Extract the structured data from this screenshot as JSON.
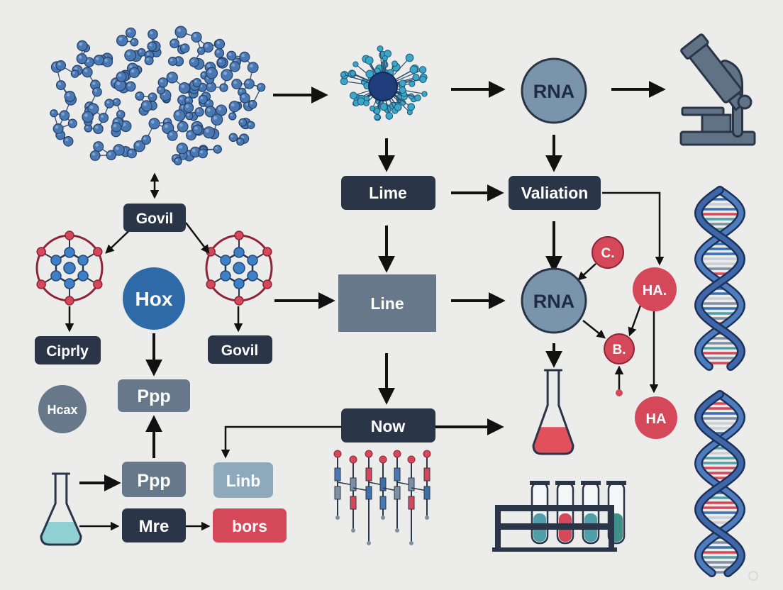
{
  "colors": {
    "background": "#ecedeb",
    "navy_box": "#2b3548",
    "slate_box": "#66788a",
    "light_blue_box": "#8ea9bc",
    "red_accent": "#d4485a",
    "royal_blue": "#2e6aa8",
    "bead_blue": "#4a78b3",
    "bead_cyan": "#3ba6c8",
    "bead_red": "#c2304a",
    "rna_circle": "#7a95ab",
    "liquid_teal": "#8fd0d4",
    "liquid_red": "#e0515c"
  },
  "nodes": {
    "govil_top": "Govil",
    "ciprly": "Ciprly",
    "hox": "Hox",
    "govil_right": "Govil",
    "hcax": "Hcax",
    "ppp_upper": "Ppp",
    "ppp_lower": "Ppp",
    "mre": "Mre",
    "linb": "Linb",
    "bors": "bors",
    "lime": "Lime",
    "line": "Line",
    "now": "Now",
    "rna_top": "RNA",
    "valiation": "Valiation",
    "rna_mid": "RNA",
    "c_node": "C.",
    "b_node": "B.",
    "ha_dot": "HA.",
    "ha": "HA"
  },
  "icons": [
    "molecule-network-icon",
    "nanoparticle-icon",
    "microscope-icon",
    "dna-helix-icon",
    "molecule-ring-icon",
    "flask-icon",
    "test-tube-rack-icon",
    "gel-bands-icon"
  ]
}
